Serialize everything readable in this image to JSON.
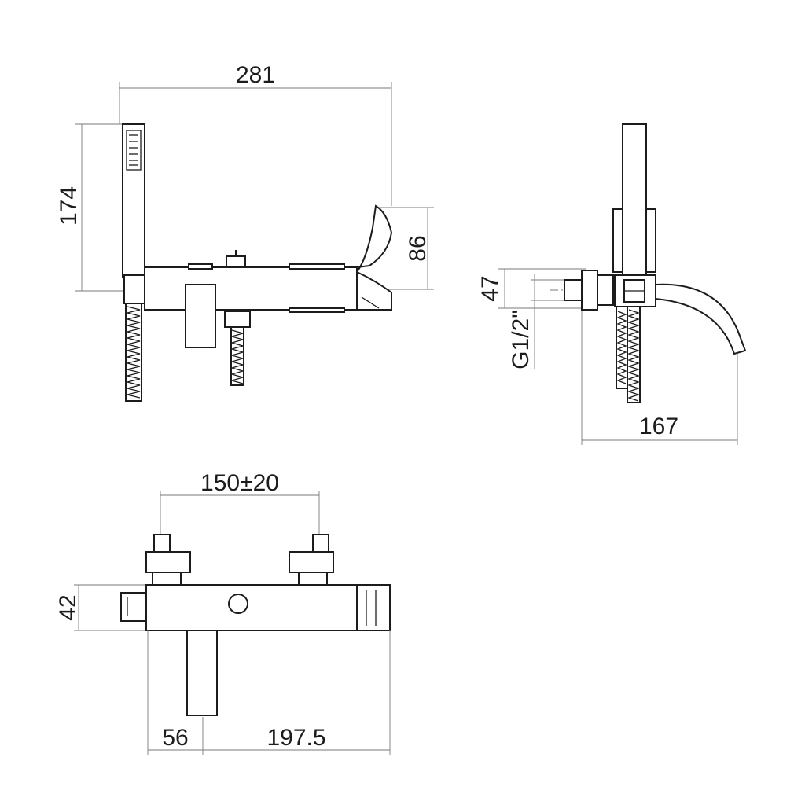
{
  "dimensions": {
    "overall_width": "281",
    "handshower_height": "174",
    "spout_height": "86",
    "inlet_offset": "47",
    "inlet_thread": "G1/2\"",
    "side_projection": "167",
    "inlet_spacing": "150±20",
    "body_depth": "42",
    "spout_offset": "56",
    "body_length": "197.5"
  },
  "colors": {
    "line": "#1c1c1c",
    "dimension_line": "#7a7a7a",
    "background": "#ffffff"
  }
}
